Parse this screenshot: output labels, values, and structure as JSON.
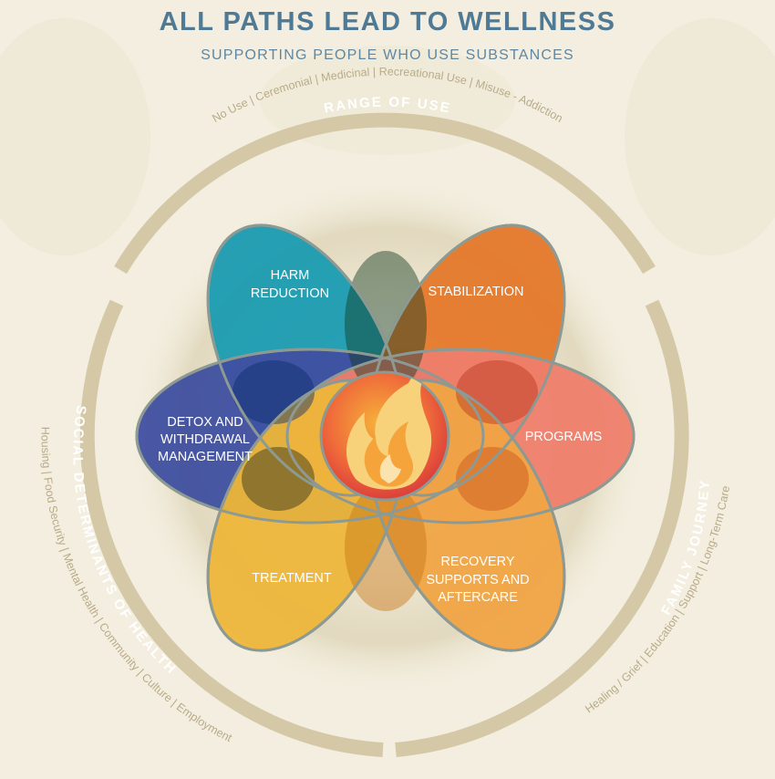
{
  "header": {
    "title": "ALL PATHS LEAD TO WELLNESS",
    "subtitle": "SUPPORTING PEOPLE WHO USE SUBSTANCES"
  },
  "outer_ring": {
    "top": {
      "heading": "RANGE OF USE",
      "items": "No Use | Ceremonial | Medicinal | Recreational Use | Misuse - Addiction"
    },
    "left": {
      "heading": "SOCIAL DETERMINANTS OF HEALTH",
      "items": "Housing | Food Security | Mental Health | Community | Culture | Employment"
    },
    "right": {
      "heading": "FAMILY JOURNEY",
      "items": "Healing / Grief | Education | Support | Long-Term Care"
    }
  },
  "petals": {
    "harm_reduction": {
      "line1": "HARM",
      "line2": "REDUCTION",
      "color": "#1a9bb1"
    },
    "stabilization": {
      "line1": "STABILIZATION",
      "color": "#e4782a"
    },
    "detox": {
      "line1": "DETOX AND",
      "line2": "WITHDRAWAL",
      "line3": "MANAGEMENT",
      "color": "#3f4fa0"
    },
    "programs": {
      "line1": "PROGRAMS",
      "color": "#ee7e6c"
    },
    "treatment": {
      "line1": "TREATMENT",
      "color": "#edb63a"
    },
    "recovery": {
      "line1": "RECOVERY",
      "line2": "SUPPORTS AND",
      "line3": "AFTERCARE",
      "color": "#f0a445"
    }
  },
  "center": {
    "icon": "flame-icon",
    "colors": [
      "#f4a43a",
      "#e8483a",
      "#f7d27a"
    ]
  },
  "colors": {
    "ring": "#d4c8a6",
    "background": "#f3eedf",
    "title": "#4f7a96"
  }
}
